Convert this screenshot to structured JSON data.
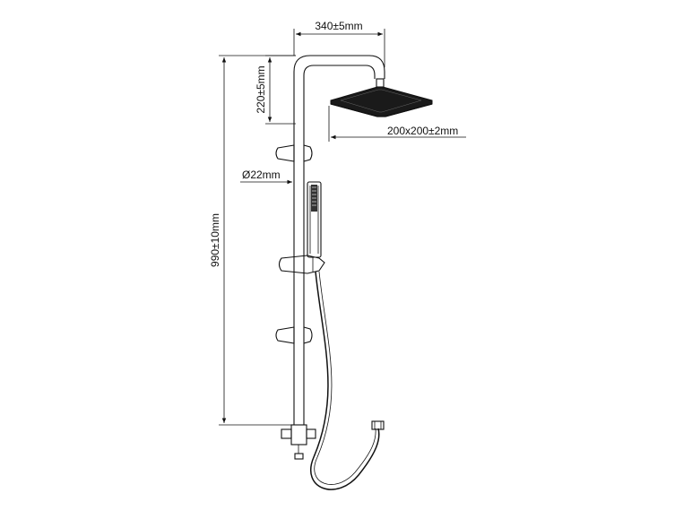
{
  "dimensions": {
    "top_width": "340±5mm",
    "arm_drop": "220±5mm",
    "head_size": "200x200±2mm",
    "pipe_diameter": "Ø22mm",
    "total_height": "990±10mm"
  },
  "colors": {
    "line": "#111111",
    "head_fill": "#1a1a1a",
    "background": "#ffffff"
  }
}
